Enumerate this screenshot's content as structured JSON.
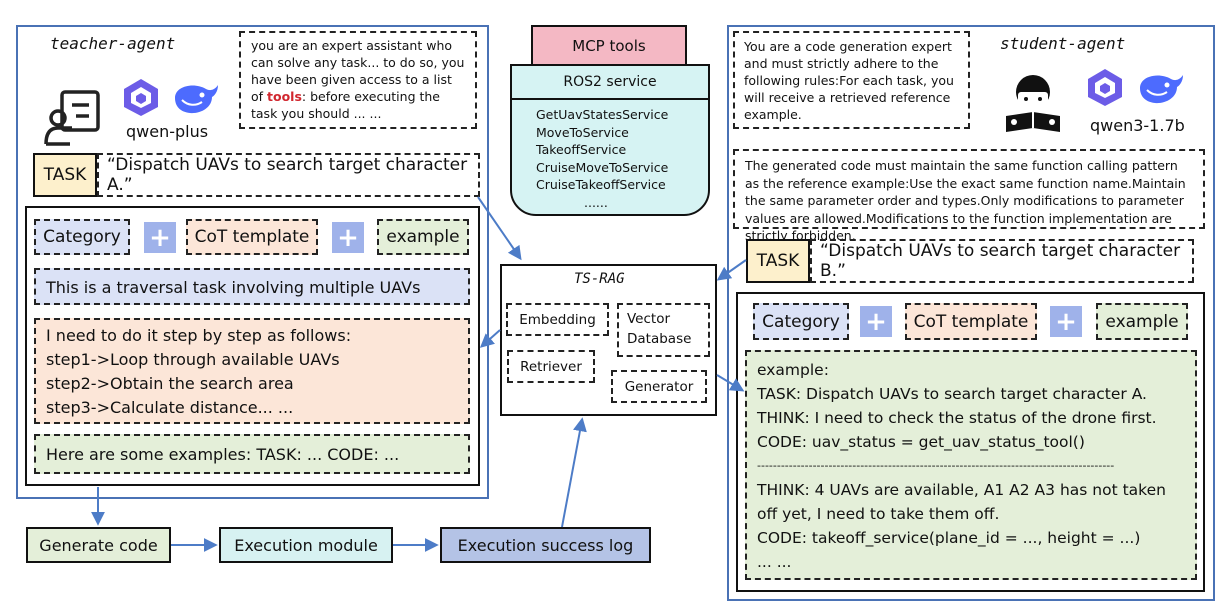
{
  "teacher": {
    "title": "teacher-agent",
    "model_label": "qwen-plus",
    "prompt_before": "you are an expert assistant who can solve any task... to do so, you have been given access to a list of ",
    "prompt_highlight": "tools",
    "prompt_after": ": before executing the task you should ... ...",
    "task_tag": "TASK",
    "task_text": "“Dispatch UAVs to search target character A.”",
    "category": "Category",
    "cot": "CoT template",
    "example": "example",
    "plus": "+",
    "category_text": "This is a traversal task involving multiple UAVs",
    "cot_lines": [
      "I need to do it step by step as follows:",
      "step1->Loop through available UAVs",
      "step2->Obtain the search area",
      "step3->Calculate distance... ..."
    ],
    "example_text": "Here are some examples: TASK: ... CODE: ..."
  },
  "mcp": {
    "title": "MCP tools",
    "service_title": "ROS2 service",
    "services": [
      "GetUavStatesService",
      "MoveToService",
      "TakeoffService",
      "CruiseMoveToService",
      "CruiseTakeoffService",
      "......"
    ]
  },
  "tsrag": {
    "title": "TS-RAG",
    "embedding": "Embedding",
    "vector": "Vector Database",
    "retriever": "Retriever",
    "generator": "Generator"
  },
  "student": {
    "title": "student-agent",
    "model_label": "qwen3-1.7b",
    "prompt": "You are a code generation expert and must strictly adhere to the following rules:For each task, you will receive a retrieved reference example.",
    "rules": "The generated code must maintain the same function calling pattern as the reference example:Use the exact same function name.Maintain the same parameter order and types.Only modifications to parameter values are allowed.Modifications to the function implementation are strictly forbidden.",
    "task_tag": "TASK",
    "task_text": "“Dispatch UAVs to search target character B.”",
    "category": "Category",
    "cot": "CoT template",
    "example": "example",
    "plus": "+",
    "example_lines": [
      "example:",
      "TASK: Dispatch UAVs to search target character A.",
      "THINK: I need to check the status of the drone first.",
      "CODE: uav_status = get_uav_status_tool()"
    ],
    "separator": "------------------------------------------------------------------------------------------",
    "example_lines2": [
      "THINK: 4 UAVs are available, A1 A2 A3 has not taken off yet, I need to take them off.",
      "CODE: takeoff_service(plane_id = ..., height = ...)",
      "... ..."
    ]
  },
  "flow": {
    "generate": "Generate code",
    "execution": "Execution module",
    "success_log": "Execution success log"
  },
  "icons": [
    "teacher-presentation-icon",
    "qwen-logo-icon",
    "deepseek-whale-icon",
    "student-reading-icon"
  ],
  "colors": {
    "panel_border": "#4a72b5",
    "task_tag": "#fdf0cc",
    "category": "#dbe2f6",
    "cot": "#fce6d8",
    "example": "#e4efd9",
    "mcp_pink": "#f4b8c4",
    "ros_cyan": "#d6f3f3",
    "exec_cyan": "#d7f2f2",
    "success_blue": "#b4c3e6",
    "plus": "#9fb2ea",
    "arrow": "#4d7cc7"
  }
}
